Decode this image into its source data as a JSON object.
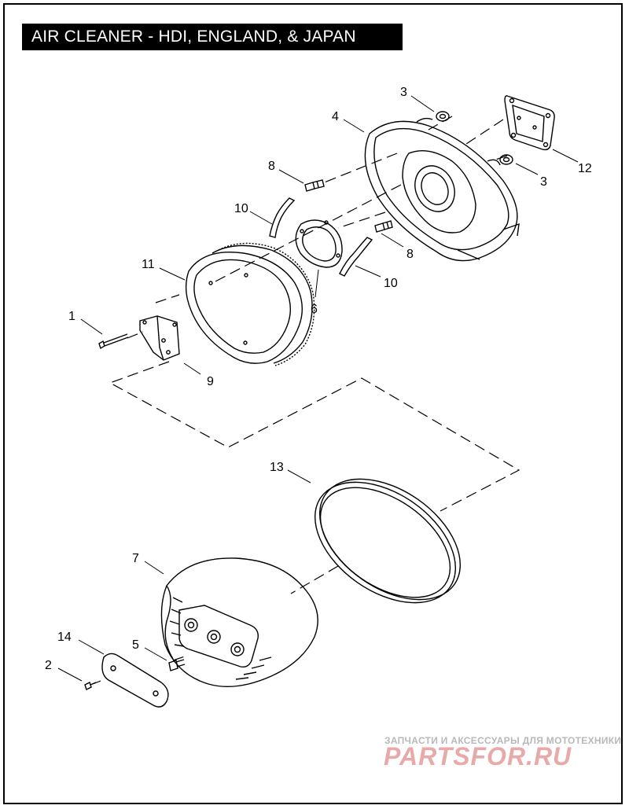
{
  "title": "AIR CLEANER - HDI, ENGLAND, & JAPAN",
  "callouts": {
    "c1": "1",
    "c2": "2",
    "c3a": "3",
    "c3b": "3",
    "c4": "4",
    "c5": "5",
    "c6": "6",
    "c7": "7",
    "c8a": "8",
    "c8b": "8",
    "c9": "9",
    "c10a": "10",
    "c10b": "10",
    "c11": "11",
    "c12": "12",
    "c13": "13",
    "c14": "14"
  },
  "watermark": {
    "line1": "ЗАПЧАСТИ И АКСЕССУАРЫ ДЛЯ МОТОТЕХНИКИ",
    "line2": "PARTSFOR.RU"
  },
  "colors": {
    "title_bg": "#000000",
    "title_fg": "#ffffff",
    "line": "#000000",
    "watermark": "#e8a9a9"
  }
}
